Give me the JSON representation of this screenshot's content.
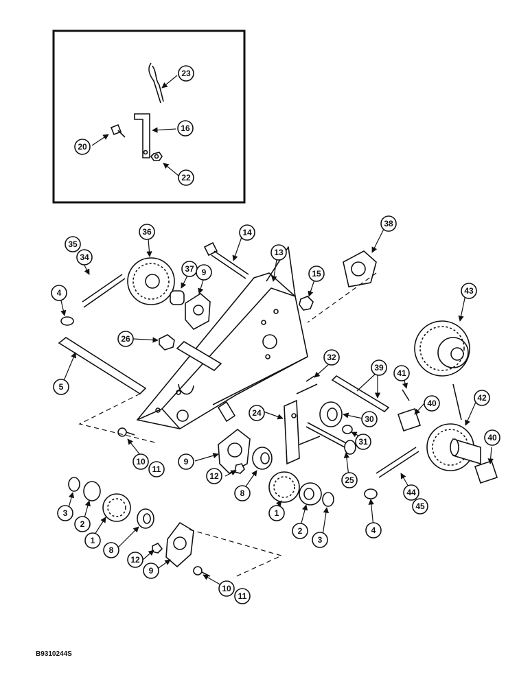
{
  "drawing_code": "B9310244S",
  "callouts": [
    "23",
    "16",
    "20",
    "22",
    "36",
    "14",
    "13",
    "38",
    "35",
    "34",
    "37",
    "9",
    "15",
    "4",
    "43",
    "26",
    "5",
    "32",
    "39",
    "41",
    "24",
    "30",
    "40",
    "42",
    "10",
    "11",
    "9",
    "12",
    "31",
    "8",
    "25",
    "40",
    "3",
    "2",
    "1",
    "1",
    "2",
    "3",
    "44",
    "45",
    "4",
    "8",
    "12",
    "9",
    "10",
    "11"
  ]
}
